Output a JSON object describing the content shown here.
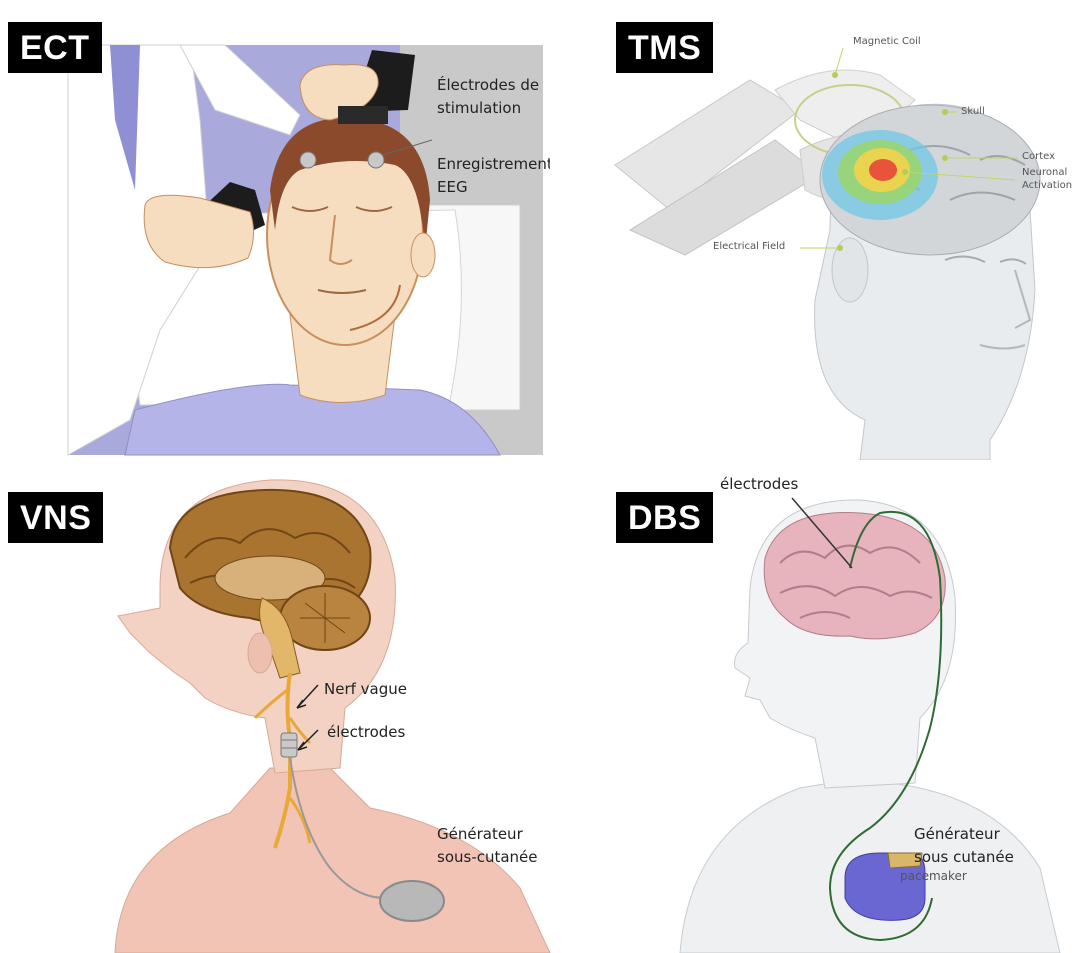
{
  "panels": {
    "ect": {
      "badge": "ECT",
      "labels": {
        "stimulation_line1": "Électrodes de",
        "stimulation_line2": "stimulation",
        "eeg_line1": "Enregistrement",
        "eeg_line2": "EEG"
      }
    },
    "tms": {
      "badge": "TMS",
      "labels": {
        "magnetic_coil": "Magnetic Coil",
        "skull": "Skull",
        "cortex": "Cortex",
        "neuronal_line1": "Neuronal",
        "neuronal_line2": "Activation",
        "electrical_field": "Electrical Field"
      }
    },
    "vns": {
      "badge": "VNS",
      "labels": {
        "nerf_vague": "Nerf vague",
        "electrodes": "électrodes",
        "generator_line1": "Générateur",
        "generator_line2": "sous-cutanée"
      }
    },
    "dbs": {
      "badge": "DBS",
      "labels": {
        "electrodes": "électrodes",
        "generator_line1": "Générateur",
        "generator_line2": "sous cutanée",
        "pacemaker": "pacemaker"
      }
    }
  },
  "colors": {
    "badge_bg": "#000000",
    "badge_text": "#ffffff",
    "skin": "#f6ddc0",
    "hair": "#8b4a2b",
    "ect_background": "#a9a9dc",
    "shirt": "#b4b4e8",
    "brain_brown": "#a8742f",
    "nerve": "#e8a83a",
    "dbs_brain": "#e7b3bd",
    "generator": "#6a67d2"
  }
}
